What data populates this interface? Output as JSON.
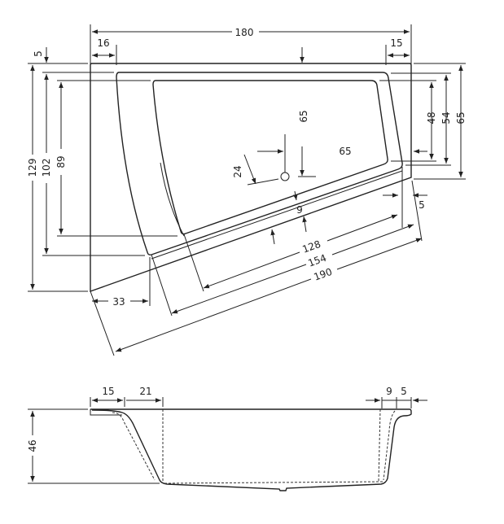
{
  "top_view": {
    "width_total": "180",
    "left_rim": "16",
    "right_rim": "15",
    "top_rim": "5",
    "depth_total": "129",
    "depth_rim": "102",
    "depth_basin": "89",
    "drain_y": "65",
    "drain_x": "65",
    "drain_offset": "24",
    "front_rim": "9",
    "right_basin": "48",
    "right_rim_depth": "54",
    "right_total": "65",
    "right_offset": "5",
    "front_basin": "128",
    "front_rim_len": "154",
    "front_total": "190",
    "left_front": "33"
  },
  "side_view": {
    "left_rim": "15",
    "left_slope": "21",
    "right_slope": "9",
    "right_rim": "5",
    "height": "46"
  }
}
